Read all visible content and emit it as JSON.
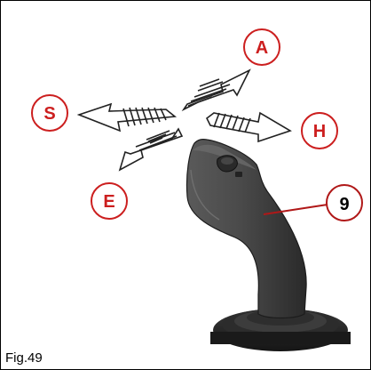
{
  "figure": {
    "caption": "Fig.49",
    "callout": {
      "number": "9",
      "color": "#b01818"
    },
    "direction_labels": {
      "a": "A",
      "s": "S",
      "h": "H",
      "e": "E"
    },
    "label_color": "#cc1f1f",
    "joystick_color": "#4a4a4a"
  }
}
